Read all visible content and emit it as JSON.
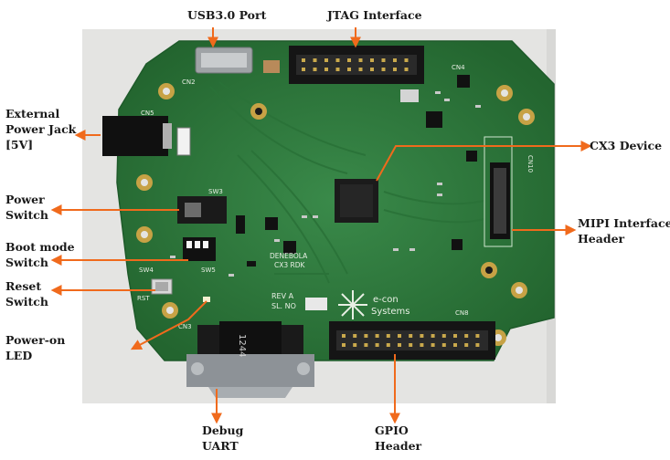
{
  "board": {
    "silkscreen": {
      "cn2": "CN2",
      "cn4": "CN4",
      "cn5": "CN5",
      "cn10": "CN10",
      "cn3": "CN3",
      "cn8": "CN8",
      "sw3": "SW3",
      "sw4": "SW4",
      "sw5": "SW5",
      "rst": "RST",
      "board_name_1": "DENEBOLA",
      "board_name_2": "CX3 RDK",
      "rev": "REV A",
      "sl_no": "SL. NO",
      "brand_1": "e-con",
      "brand_2": "Systems",
      "uart_code": "1244"
    }
  },
  "labels": {
    "usb": "USB3.0 Port",
    "jtag": "JTAG Interface",
    "ext_power_1": "External",
    "ext_power_2": "Power Jack",
    "ext_power_3": "[5V]",
    "power_switch_1": "Power",
    "power_switch_2": "Switch",
    "boot_1": "Boot mode",
    "boot_2": "Switch",
    "reset_1": "Reset",
    "reset_2": "Switch",
    "led_1": "Power-on",
    "led_2": "LED",
    "cx3": "CX3 Device",
    "mipi_1": "MIPI Interface",
    "mipi_2": "Header",
    "uart_1": "Debug",
    "uart_2": "UART",
    "gpio_1": "GPIO",
    "gpio_2": "Header"
  },
  "colors": {
    "pcb": "#2f7a3f",
    "pcb_dark": "#1f5c2c",
    "arrow": "#f06a1c",
    "pad": "#c7a245",
    "chip": "#1b1b1b",
    "connector": "#151515",
    "label_text": "#1a1a1a"
  }
}
